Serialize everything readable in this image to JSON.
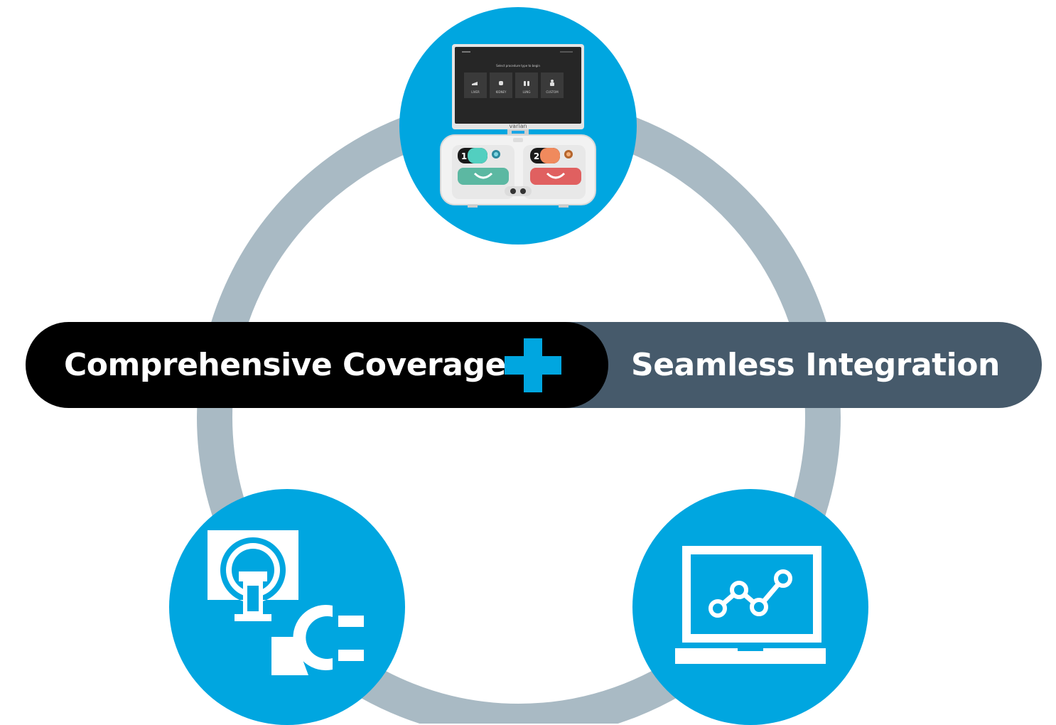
{
  "banner": {
    "left_label": "Comprehensive Coverage",
    "right_label": "Seamless Integration"
  },
  "device": {
    "screen_prompt": "Select procedure type to begin",
    "tiles": [
      "LIVER",
      "KIDNEY",
      "LUNG",
      "CUSTOM"
    ],
    "brand": "varian",
    "ports": [
      "1",
      "2"
    ]
  },
  "colors": {
    "ring": "#a9bac4",
    "node": "#00a6e0",
    "pill_left": "#000000",
    "pill_right": "#465a6b",
    "plus": "#00a6e0"
  },
  "icons": {
    "top": "ablation-device-icon",
    "bottom_left": "imaging-scanner-icon",
    "bottom_right": "laptop-analytics-icon"
  }
}
